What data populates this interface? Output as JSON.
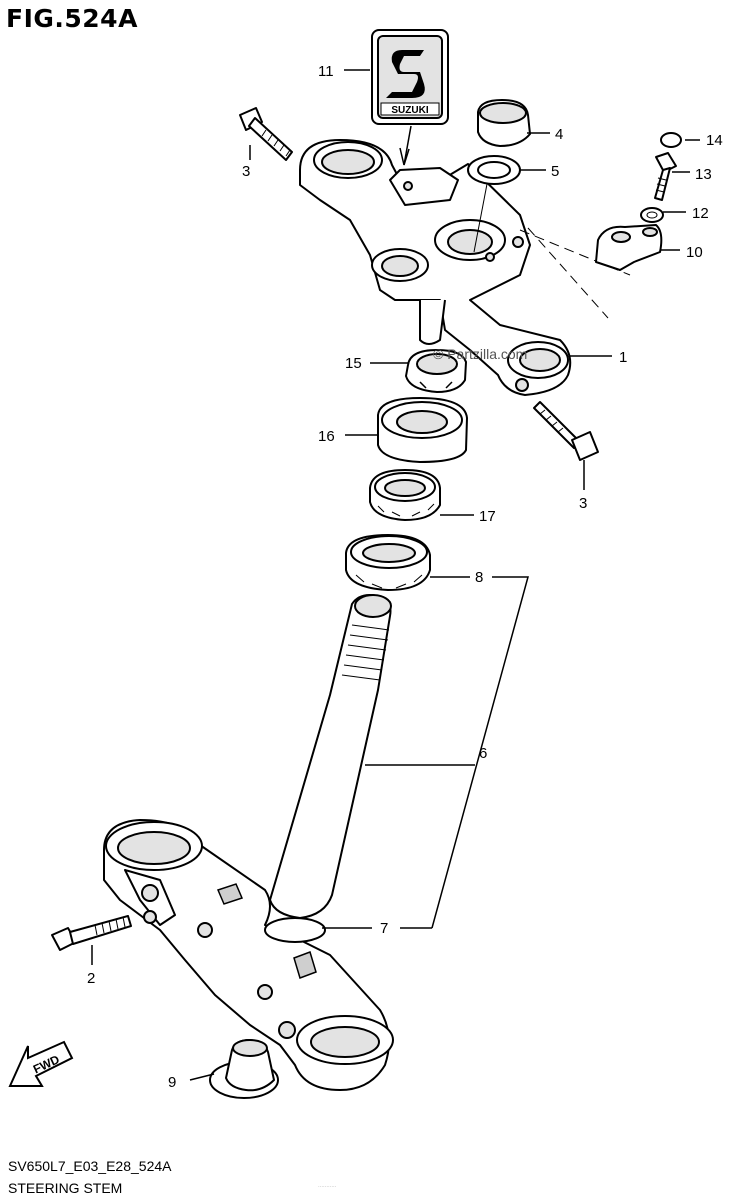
{
  "title": "FIG.524A",
  "footer_code": "SV650L7_E03_E28_524A",
  "footer_name": "STEERING STEM",
  "watermark": "© Partzilla.com",
  "credit_text": "...........",
  "logo_text": "SUZUKI",
  "fwd_text": "FWD",
  "callouts": {
    "c1": "1",
    "c2": "2",
    "c3a": "3",
    "c3b": "3",
    "c4": "4",
    "c5": "5",
    "c6": "6",
    "c7": "7",
    "c8": "8",
    "c9": "9",
    "c10": "10",
    "c11": "11",
    "c12": "12",
    "c13": "13",
    "c14": "14",
    "c15": "15",
    "c16": "16",
    "c17": "17"
  }
}
